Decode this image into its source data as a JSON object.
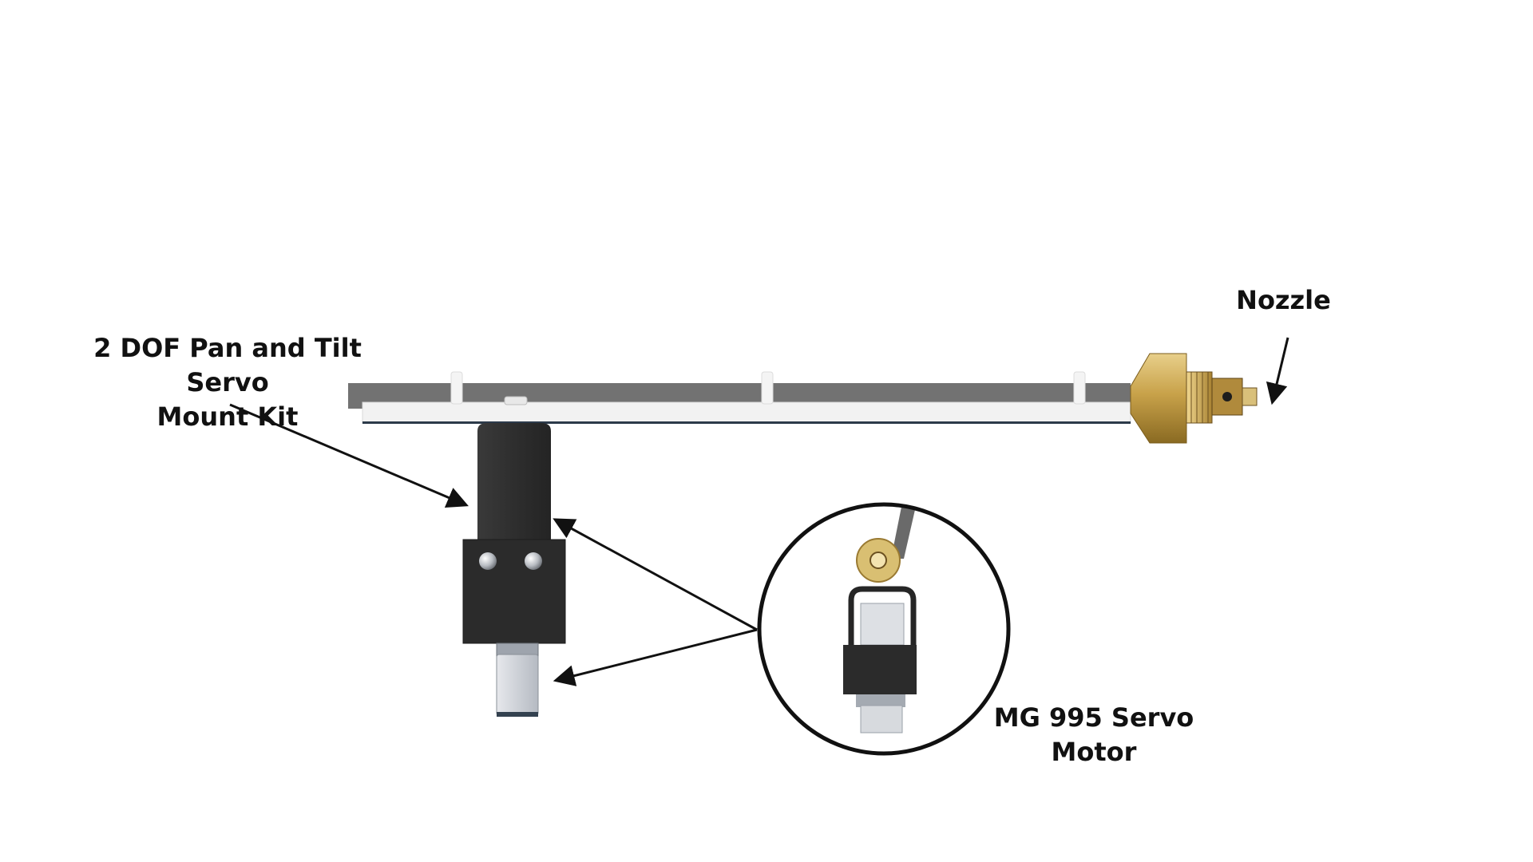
{
  "diagram": {
    "labels": {
      "mount_kit": {
        "line1": "2 DOF Pan and Tilt Servo",
        "line2": "Mount Kit"
      },
      "servo_motor": {
        "line1": "MG 995 Servo",
        "line2": "Motor"
      },
      "nozzle": "Nozzle"
    },
    "components": [
      "rail",
      "nozzle",
      "pan-tilt-bracket",
      "servo-motor",
      "servo-detail-inset"
    ],
    "colors": {
      "background": "#ffffff",
      "rail_dark": "#727272",
      "rail_light": "#f2f2f2",
      "bracket": "#2e2e2e",
      "brass": "#c8a24a",
      "servo_body": "#cfd3d8",
      "text": "#111111"
    }
  }
}
